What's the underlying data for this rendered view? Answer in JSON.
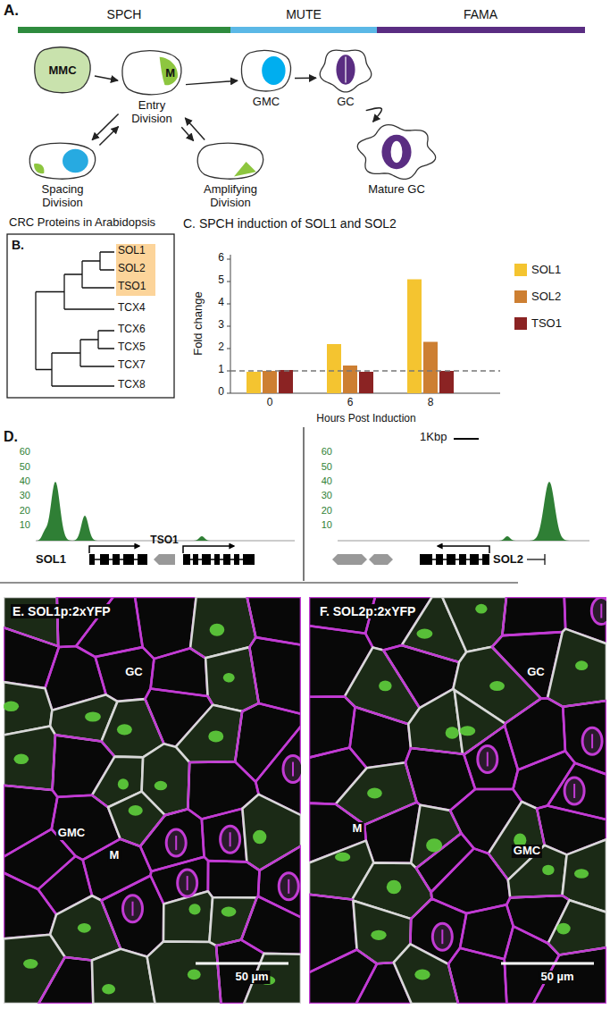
{
  "diagram": {
    "nodes": [
      {
        "text": [
          "MMC"
        ]
      },
      {
        "text": [
          "M",
          "Entry Division"
        ]
      },
      {
        "text": [
          "Spacing Division"
        ]
      },
      {
        "text": [
          "Amplifying Division"
        ]
      },
      {
        "text": [
          "GMC"
        ]
      },
      {
        "text": [
          "GC"
        ]
      },
      {
        "text": [
          "Mature GC"
        ]
      }
    ],
    "edges": [
      {
        "from": 0,
        "to": 1,
        "arrow": "to"
      },
      {
        "from": 1,
        "to": 2,
        "arrow": "to"
      },
      {
        "from": 2,
        "to": 1,
        "arrow": "to"
      },
      {
        "from": 1,
        "to": 3,
        "arrow": "to"
      },
      {
        "from": 3,
        "to": 1,
        "arrow": "to"
      },
      {
        "from": 1,
        "to": 4,
        "arrow": "to"
      },
      {
        "from": 4,
        "to": 5,
        "arrow": "to"
      },
      {
        "from": 5,
        "to": 6,
        "arrow": "to"
      }
    ],
    "labels": [
      "A.",
      "SPCH",
      "MUTE",
      "FAMA",
      "CRC Proteins in Arabidopsis",
      "B.",
      "SOL1",
      "SOL2",
      "TSO1",
      "TCX4",
      "TCX6",
      "TCX5",
      "TCX7",
      "TCX8",
      "C. SPCH induction of SOL1 and SOL2",
      "Fold change",
      "0",
      "1",
      "2",
      "3",
      "4",
      "5",
      "6",
      "0",
      "6",
      "8",
      "Hours Post Induction",
      "D.",
      "60",
      "50",
      "40",
      "30",
      "20",
      "10",
      "SOL1",
      "TSO1",
      "1Kbp",
      "60",
      "50",
      "40",
      "30",
      "20",
      "10",
      "SOL2",
      "E. SOL1p:2xYFP",
      "GC",
      "GMC",
      "M",
      "50 µm",
      "F. SOL2p:2xYFP",
      "GC",
      "M",
      "GMC",
      "50 µm"
    ],
    "legend": [
      {
        "text": "SOL1",
        "color": "#f4c430"
      },
      {
        "text": "SOL2",
        "color": "#cd7f32"
      },
      {
        "text": "TSO1",
        "color": "#8b2323"
      }
    ]
  }
}
